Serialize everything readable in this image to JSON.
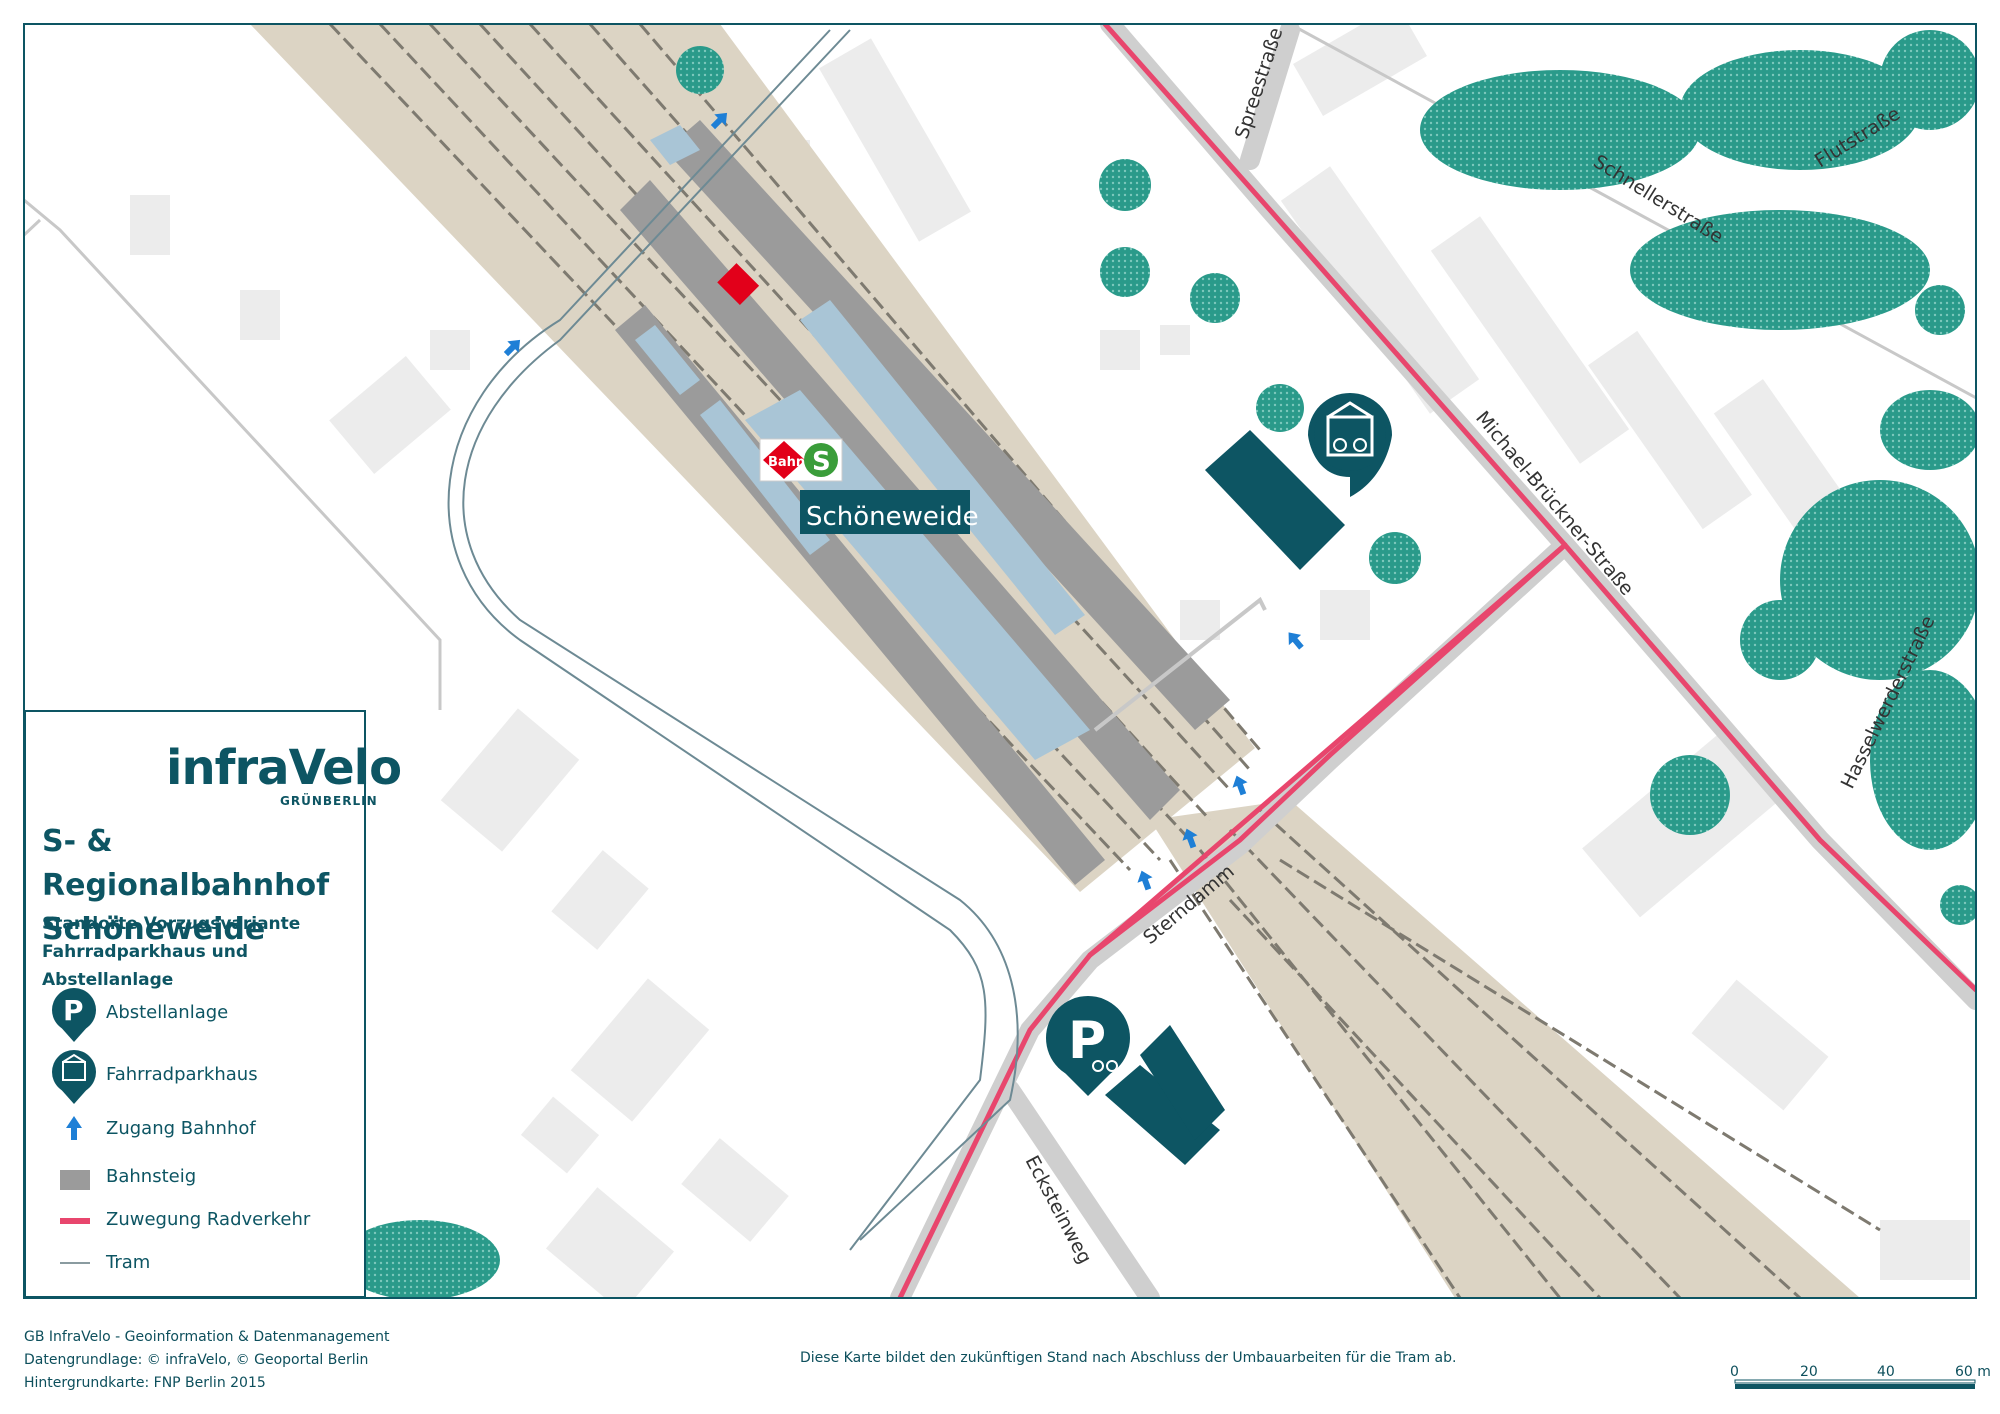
{
  "station": {
    "name": "Schöneweide",
    "db_logo": "Bahn",
    "sbahn_logo": "S"
  },
  "streets": {
    "spreestrasse": "Spreestraße",
    "schnellerstrasse": "Schnellerstraße",
    "flutstrasse": "Flutstraße",
    "michael_brueckner": "Michael-Brückner-Straße",
    "hasselwerderstrasse": "Hasselwerderstraße",
    "sterndamm": "Sterndamm",
    "ecksteinweg": "Ecksteinweg"
  },
  "legend": {
    "logo_main": "infraVelo",
    "logo_sub": "GRÜNBERLIN",
    "title_line1": "S- & Regionalbahnhof",
    "title_line2": "Schöneweide",
    "subtitle_line1": "Standorte Vorzugsvariante",
    "subtitle_line2": "Fahrradparkhaus und Abstellanlage",
    "items": [
      {
        "label": "Abstellanlage",
        "icon": "parking-pin-icon"
      },
      {
        "label": "Fahrradparkhaus",
        "icon": "bike-garage-pin-icon"
      },
      {
        "label": "Zugang Bahnhof",
        "icon": "blue-arrow-icon"
      },
      {
        "label": "Bahnsteig",
        "icon": "grey-rectangle-icon"
      },
      {
        "label": "Zuwegung Radverkehr",
        "icon": "pink-line-icon"
      },
      {
        "label": "Tram",
        "icon": "grey-line-icon"
      }
    ]
  },
  "footer": {
    "line1": "GB InfraVelo - Geoinformation & Datenmanagement",
    "line2": "Datengrundlage: © infraVelo, © Geoportal Berlin",
    "line3": "Hintergrundkarte: FNP Berlin 2015",
    "note": "Diese Karte bildet den zukünftigen Stand nach Abschluss der Umbauarbeiten für die Tram ab."
  },
  "scale": {
    "labels": [
      "0",
      "20",
      "40",
      "60 m"
    ]
  },
  "colors": {
    "teal": "#0d5563",
    "pink": "#e8466d",
    "access_arrow": "#1e7fd6",
    "platform": "#9b9b9b",
    "canopy": "#a9c5d6",
    "rail_area": "#dcd4c4",
    "building": "#ececec",
    "tree": "#2a9a8a"
  }
}
